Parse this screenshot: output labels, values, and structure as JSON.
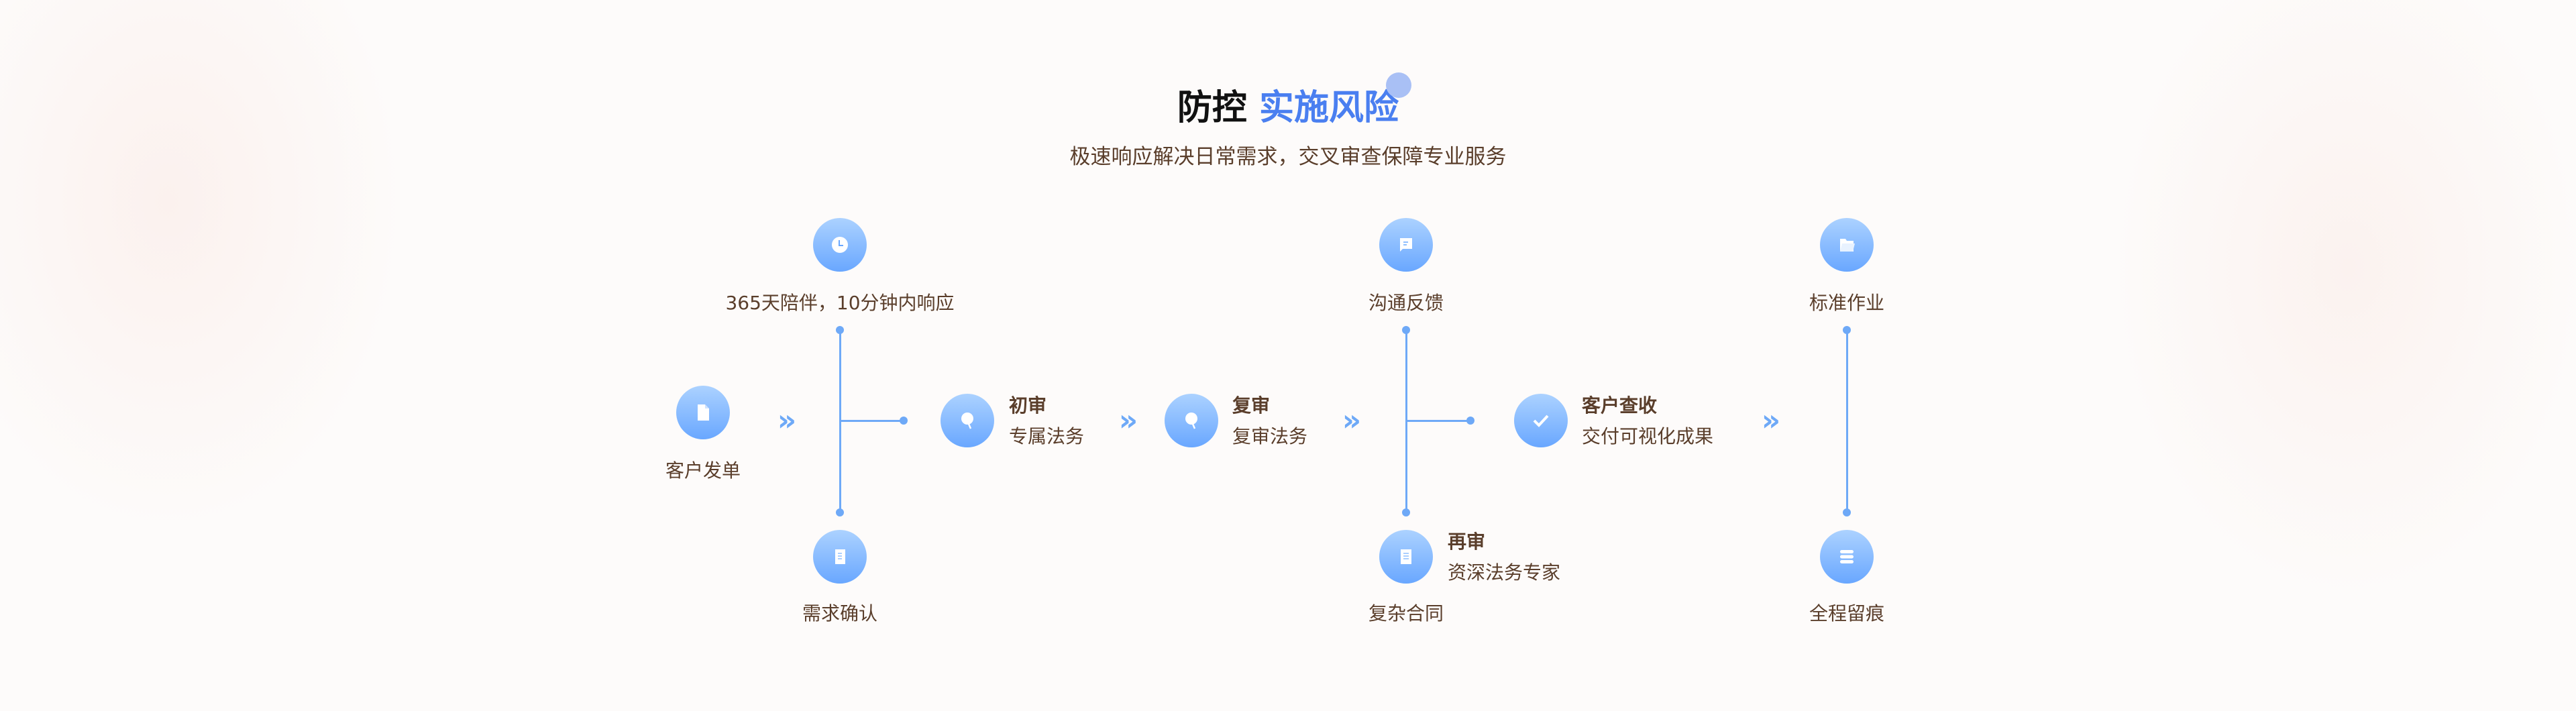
{
  "header": {
    "title_dark": "防控",
    "title_blue": "实施风险",
    "subtitle": "极速响应解决日常需求，交叉审查保障专业服务"
  },
  "colors": {
    "accent": "#4a7ff0",
    "line": "#6ea9f7",
    "text": "#5a3e2b"
  },
  "nodes": {
    "order": {
      "label": "客户发单",
      "icon": "document-icon"
    },
    "support": {
      "label": "365天陪伴，10分钟内响应",
      "icon": "clock-icon"
    },
    "confirm": {
      "label": "需求确认",
      "icon": "scroll-icon"
    },
    "first_review": {
      "title": "初审",
      "desc": "专属法务",
      "icon": "search-icon"
    },
    "second_review": {
      "title": "复审",
      "desc": "复审法务",
      "icon": "search-icon"
    },
    "feedback": {
      "label": "沟通反馈",
      "icon": "chat-icon"
    },
    "complex": {
      "label": "复杂合同",
      "icon": "file-lines-icon"
    },
    "re_review": {
      "title": "再审",
      "desc": "资深法务专家"
    },
    "accept": {
      "title": "客户查收",
      "desc": "交付可视化成果",
      "icon": "check-icon"
    },
    "standard": {
      "label": "标准作业",
      "icon": "folder-icon"
    },
    "trace": {
      "label": "全程留痕",
      "icon": "server-icon"
    }
  },
  "chevron": "»"
}
